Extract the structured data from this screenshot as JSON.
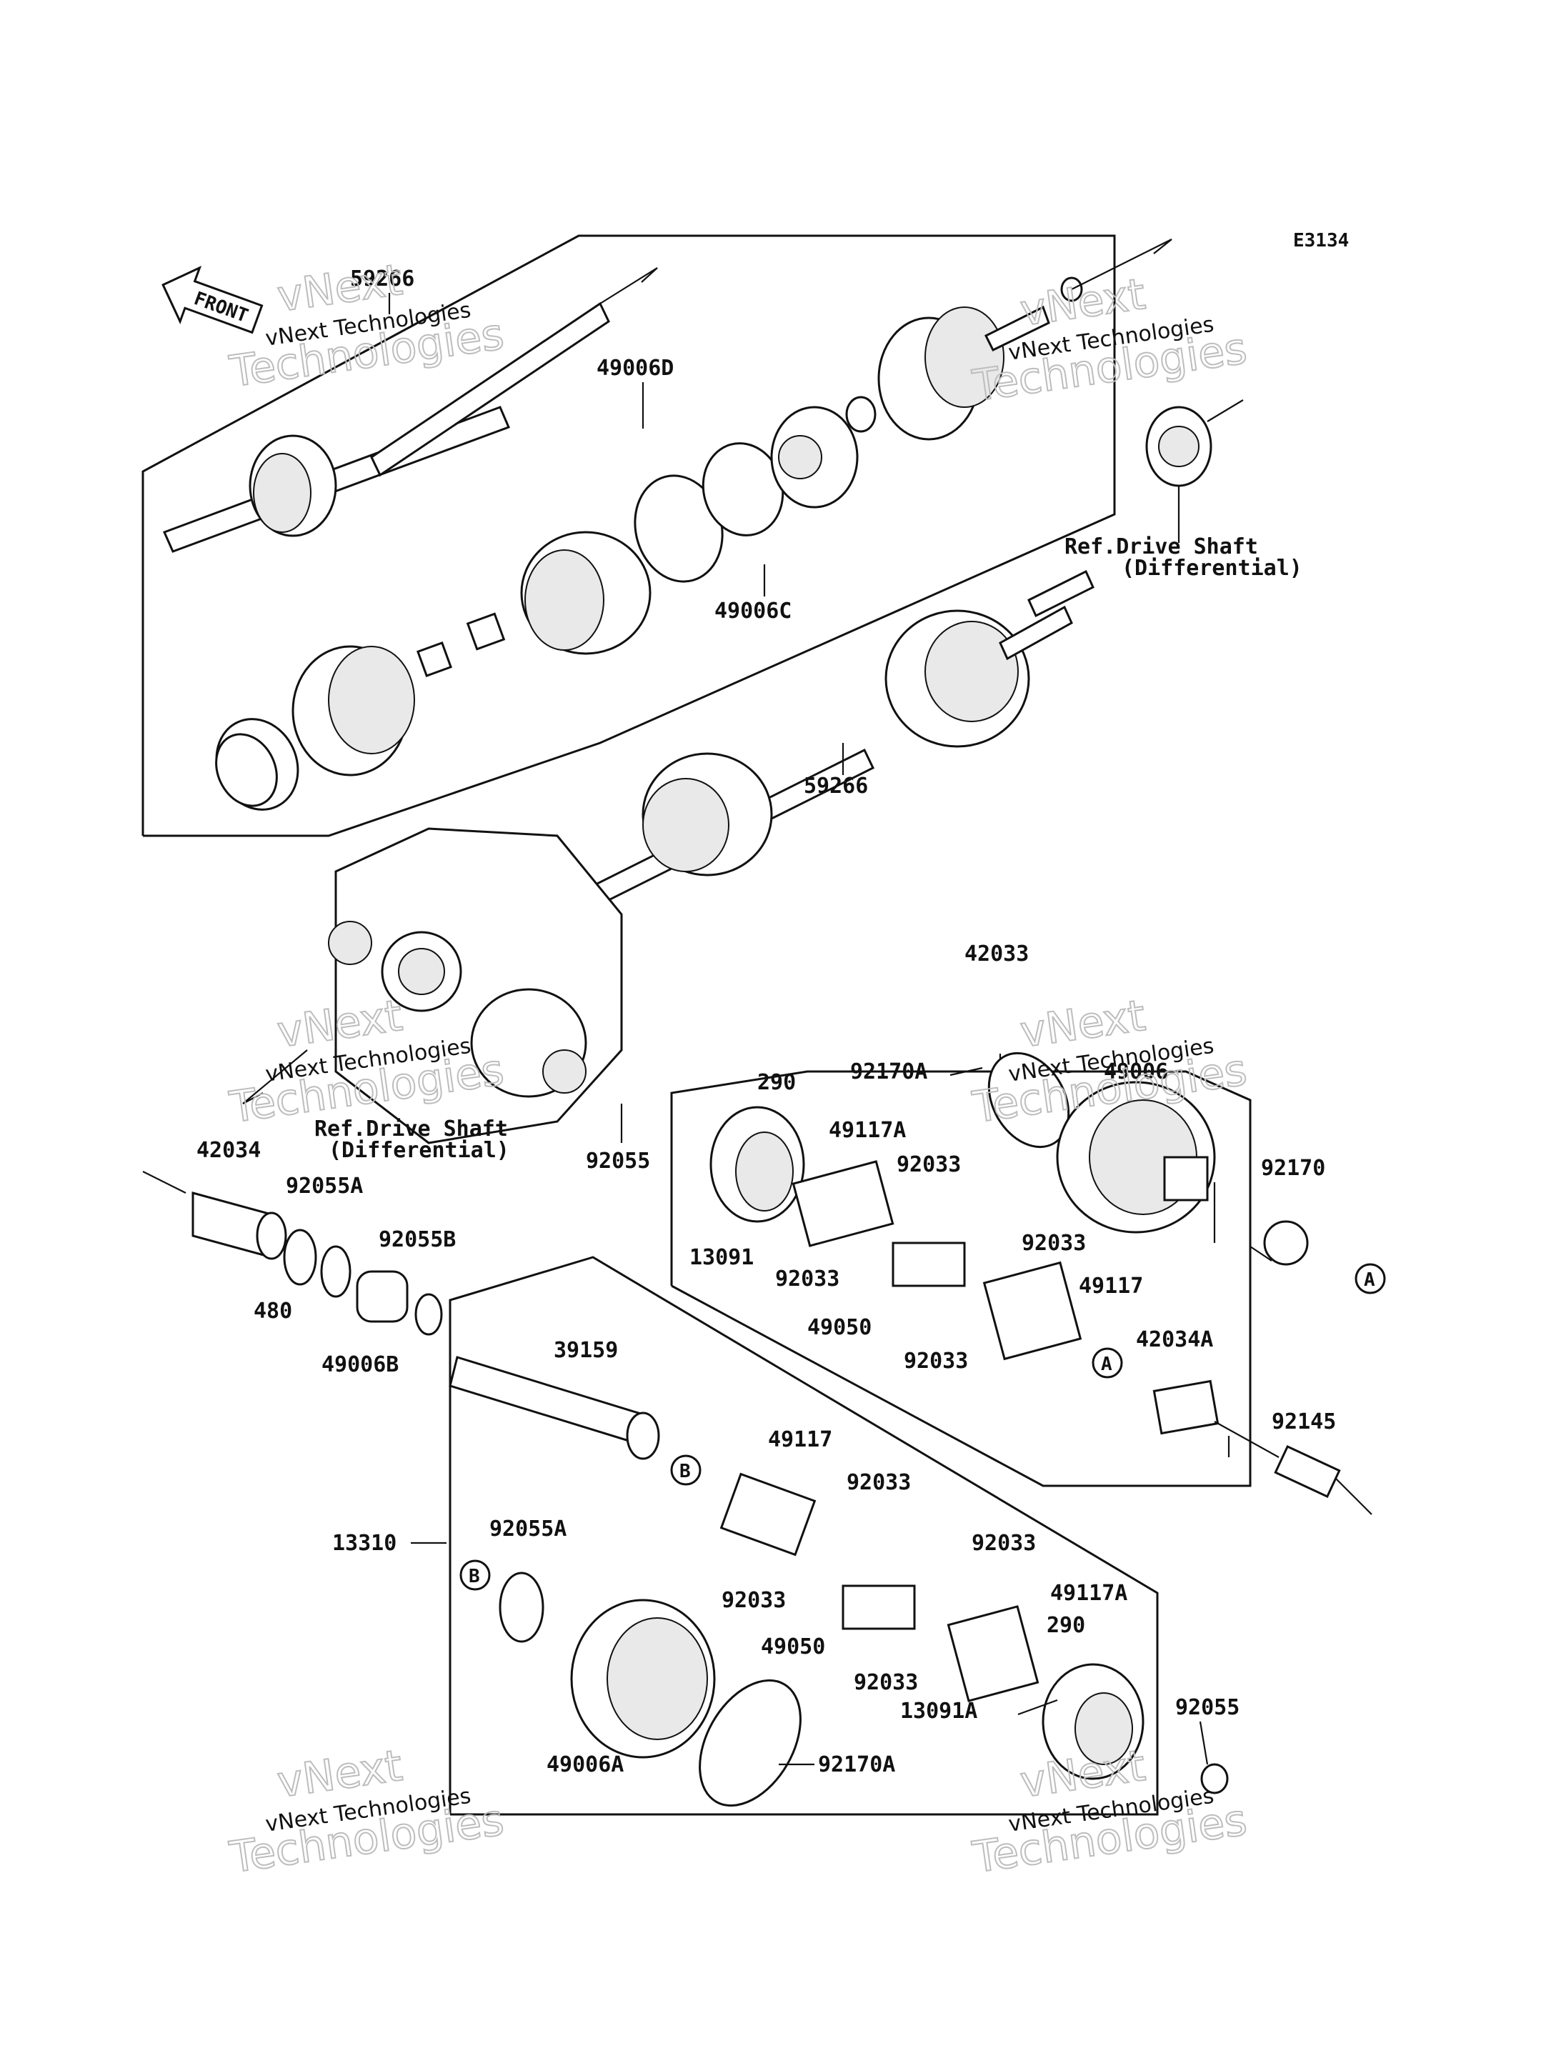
{
  "diagram_code": "E3134",
  "front_label": "FRONT",
  "watermarks": [
    {
      "small": "vNext Technologies",
      "big_top": "vNext",
      "big_bottom": "Technologies"
    },
    {
      "small": "vNext Technologies",
      "big_top": "vNext",
      "big_bottom": "Technologies"
    },
    {
      "small": "vNext Technologies",
      "big_top": "vNext",
      "big_bottom": "Technologies"
    },
    {
      "small": "vNext Technologies",
      "big_top": "vNext",
      "big_bottom": "Technologies"
    },
    {
      "small": "vNext Technologies",
      "big_top": "vNext",
      "big_bottom": "Technologies"
    },
    {
      "small": "vNext Technologies",
      "big_top": "vNext",
      "big_bottom": "Technologies"
    }
  ],
  "references": [
    {
      "line1": "Ref.Drive Shaft",
      "line2": "(Differential)"
    },
    {
      "line1": "Ref.Drive Shaft",
      "line2": "(Differential)"
    }
  ],
  "callouts": {
    "A": "A",
    "B": "B"
  },
  "parts": [
    "59266",
    "49006D",
    "49006C",
    "59266",
    "42033",
    "49006",
    "92170A",
    "290",
    "49117A",
    "92033",
    "92033",
    "92033",
    "92033",
    "13091",
    "92055",
    "49117",
    "49050",
    "92170",
    "42034A",
    "92145",
    "42034",
    "92055A",
    "92055B",
    "480",
    "49006B",
    "39159",
    "49117",
    "92033",
    "92033",
    "92033",
    "92033",
    "13310",
    "92055A",
    "49117A",
    "290",
    "49050",
    "13091A",
    "92055",
    "49006A",
    "92170A"
  ]
}
